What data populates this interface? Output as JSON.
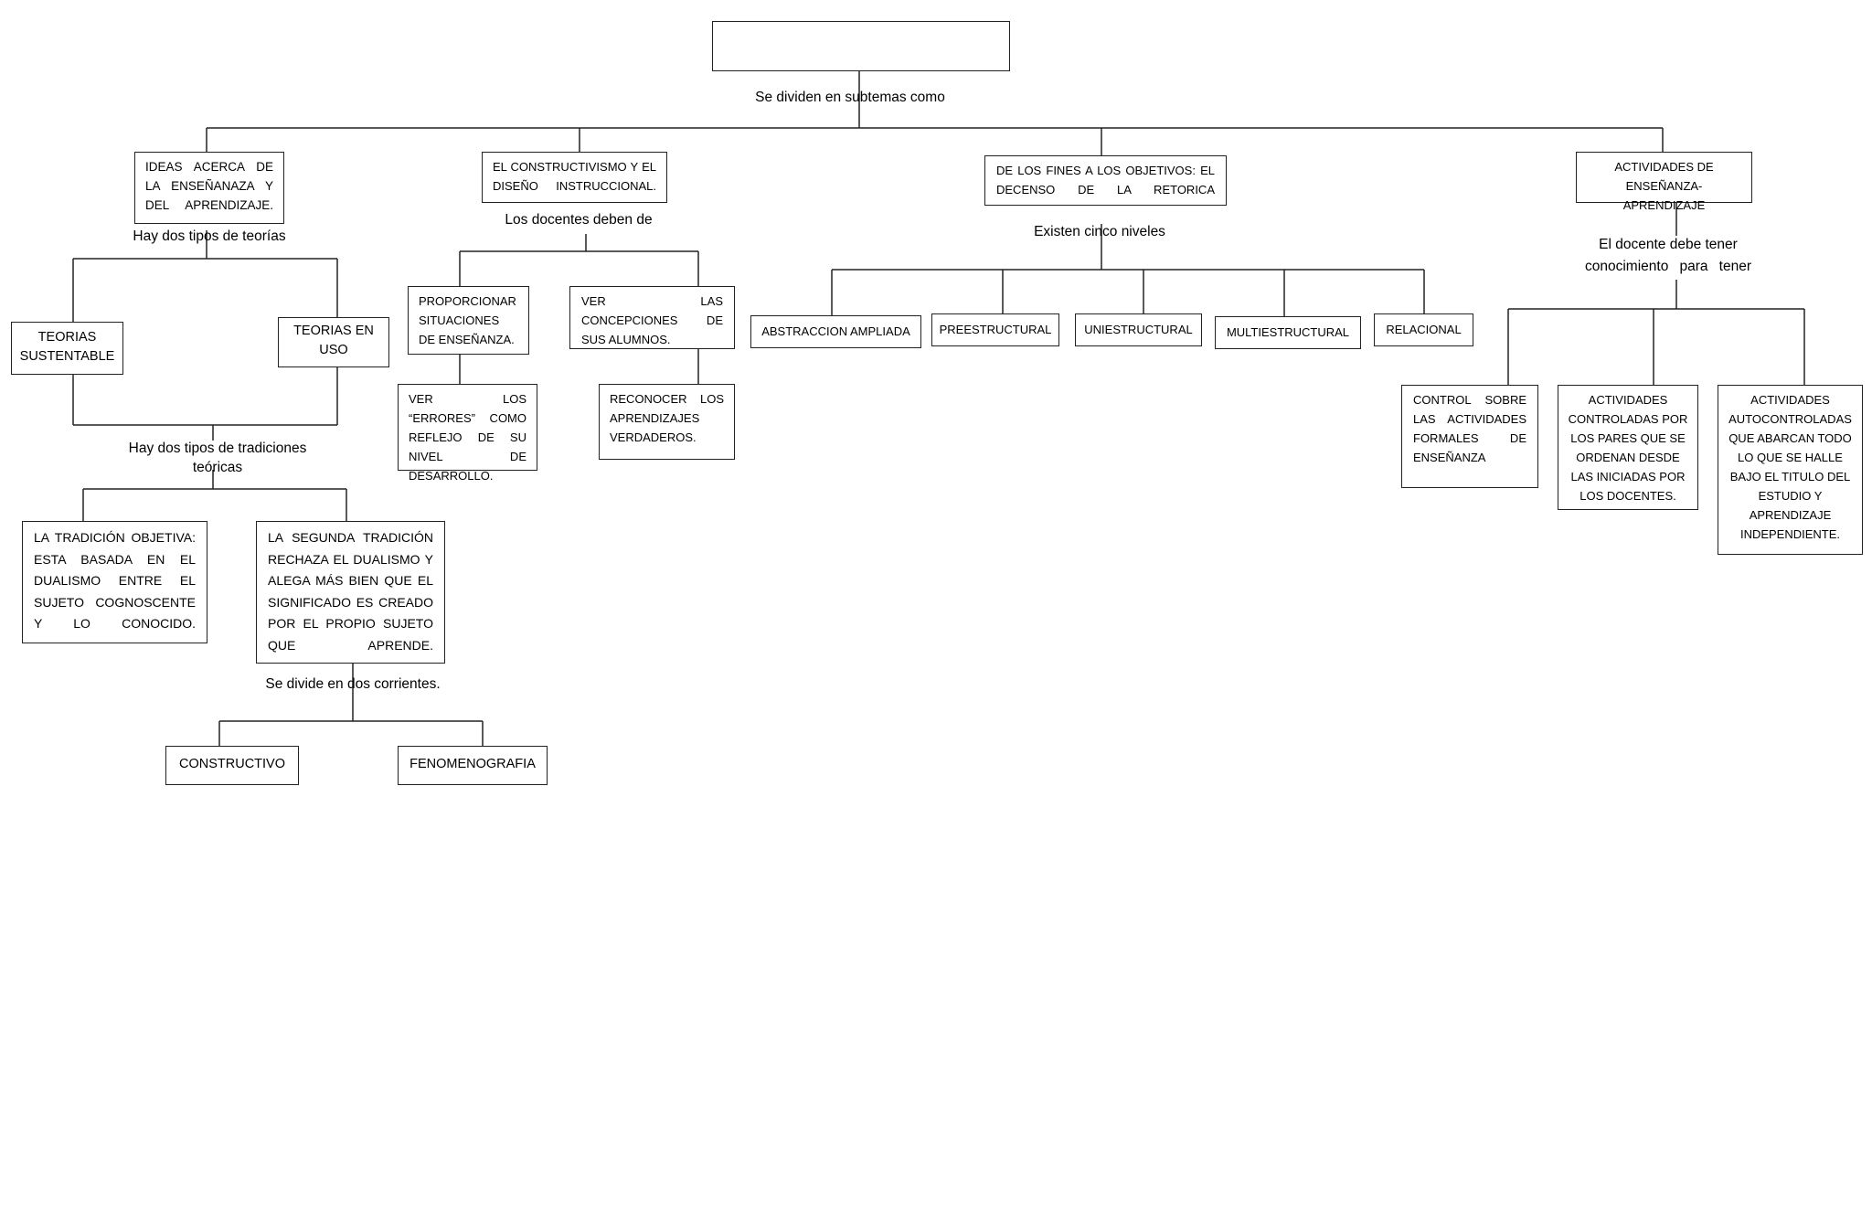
{
  "root": {
    "title": ""
  },
  "root_connector": "Se dividen en subtemas como",
  "subtopics": {
    "ideas": {
      "title": "IDEAS ACERCA DE LA ENSEÑANAZA Y DEL APRENDIZAJE.",
      "connector": "Hay dos tipos de teorías",
      "theories": [
        "TEORIAS SUSTENTABLE",
        "TEORIAS EN USO"
      ],
      "traditions_connector": "Hay dos tipos de tradiciones teóricas",
      "traditions": [
        "LA TRADICIÓN OBJETIVA: ESTA BASADA EN EL DUALISMO ENTRE EL SUJETO COGNOSCENTE Y LO CONOCIDO.",
        "LA SEGUNDA TRADICIÓN RECHAZA EL DUALISMO Y ALEGA MÁS BIEN QUE EL SIGNIFICADO ES CREADO POR EL PROPIO SUJETO QUE APRENDE."
      ],
      "currents_connector": "Se divide en dos corrientes.",
      "currents": [
        "CONSTRUCTIVO",
        "FENOMENOGRAFIA"
      ]
    },
    "constructivismo": {
      "title": "EL CONSTRUCTIVISMO Y EL DISEÑO INSTRUCCIONAL.",
      "connector": "Los docentes deben de",
      "duties": [
        {
          "text": "PROPORCIONAR SITUACIONES DE ENSEÑANZA.",
          "followup": "VER LOS “ERRORES” COMO REFLEJO DE SU NIVEL DE DESARROLLO."
        },
        {
          "text": "VER LAS CONCEPCIONES DE SUS ALUMNOS.",
          "followup": "RECONOCER LOS APRENDIZAJES VERDADEROS."
        }
      ]
    },
    "fines": {
      "title": "DE LOS FINES A LOS OBJETIVOS: EL DECENSO DE LA RETORICA",
      "connector": "Existen cinco niveles",
      "levels": [
        "ABSTRACCION AMPLIADA",
        "PREESTRUCTURAL",
        "UNIESTRUCTURAL",
        "MULTIESTRUCTURAL",
        "RELACIONAL"
      ]
    },
    "actividades": {
      "title": "ACTIVIDADES DE ENSEÑANZA-APRENDIZAJE",
      "connector": "El docente debe tener conocimiento para tener",
      "items": [
        "CONTROL SOBRE LAS ACTIVIDADES FORMALES DE ENSEÑANZA",
        "ACTIVIDADES CONTROLADAS POR LOS PARES QUE SE ORDENAN DESDE LAS INICIADAS POR LOS DOCENTES.",
        "ACTIVIDADES AUTOCONTROLADAS QUE ABARCAN TODO LO QUE SE HALLE BAJO EL TITULO DEL ESTUDIO Y APRENDIZAJE INDEPENDIENTE."
      ]
    }
  }
}
